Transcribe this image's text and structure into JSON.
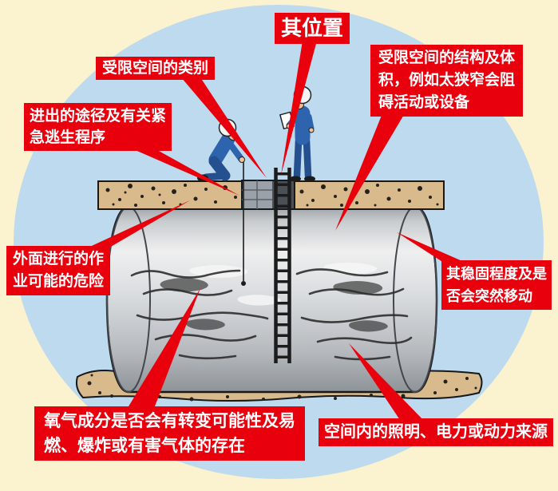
{
  "labels": {
    "location": "其位置",
    "category": "受限空间的类别",
    "access_escape": "进出的途径及有关紧\n急逃生程序",
    "structure_volume": "受限空间的结构及体\n积，例如太狭窄会阻\n碍活动或设备",
    "outside_work_hazards": "外面进行的作\n业可能的危险",
    "stability": "其稳固程度及是\n否会突然移动",
    "oxygen_flammable": "氧气成分是否会有转变可能性及易\n燃、爆炸或有害气体的存在",
    "lighting_power": "空间内的照明、电力或动力来源"
  },
  "colors": {
    "background": "#FBF3CF",
    "sky_ellipse": "#BEDAEE",
    "callout_red": "#E8000D",
    "callout_text": "#FFFFFF",
    "soil": "#D9BA8C",
    "tank_gray": "#C9CCCF",
    "worker_blue": "#2E63AE"
  }
}
